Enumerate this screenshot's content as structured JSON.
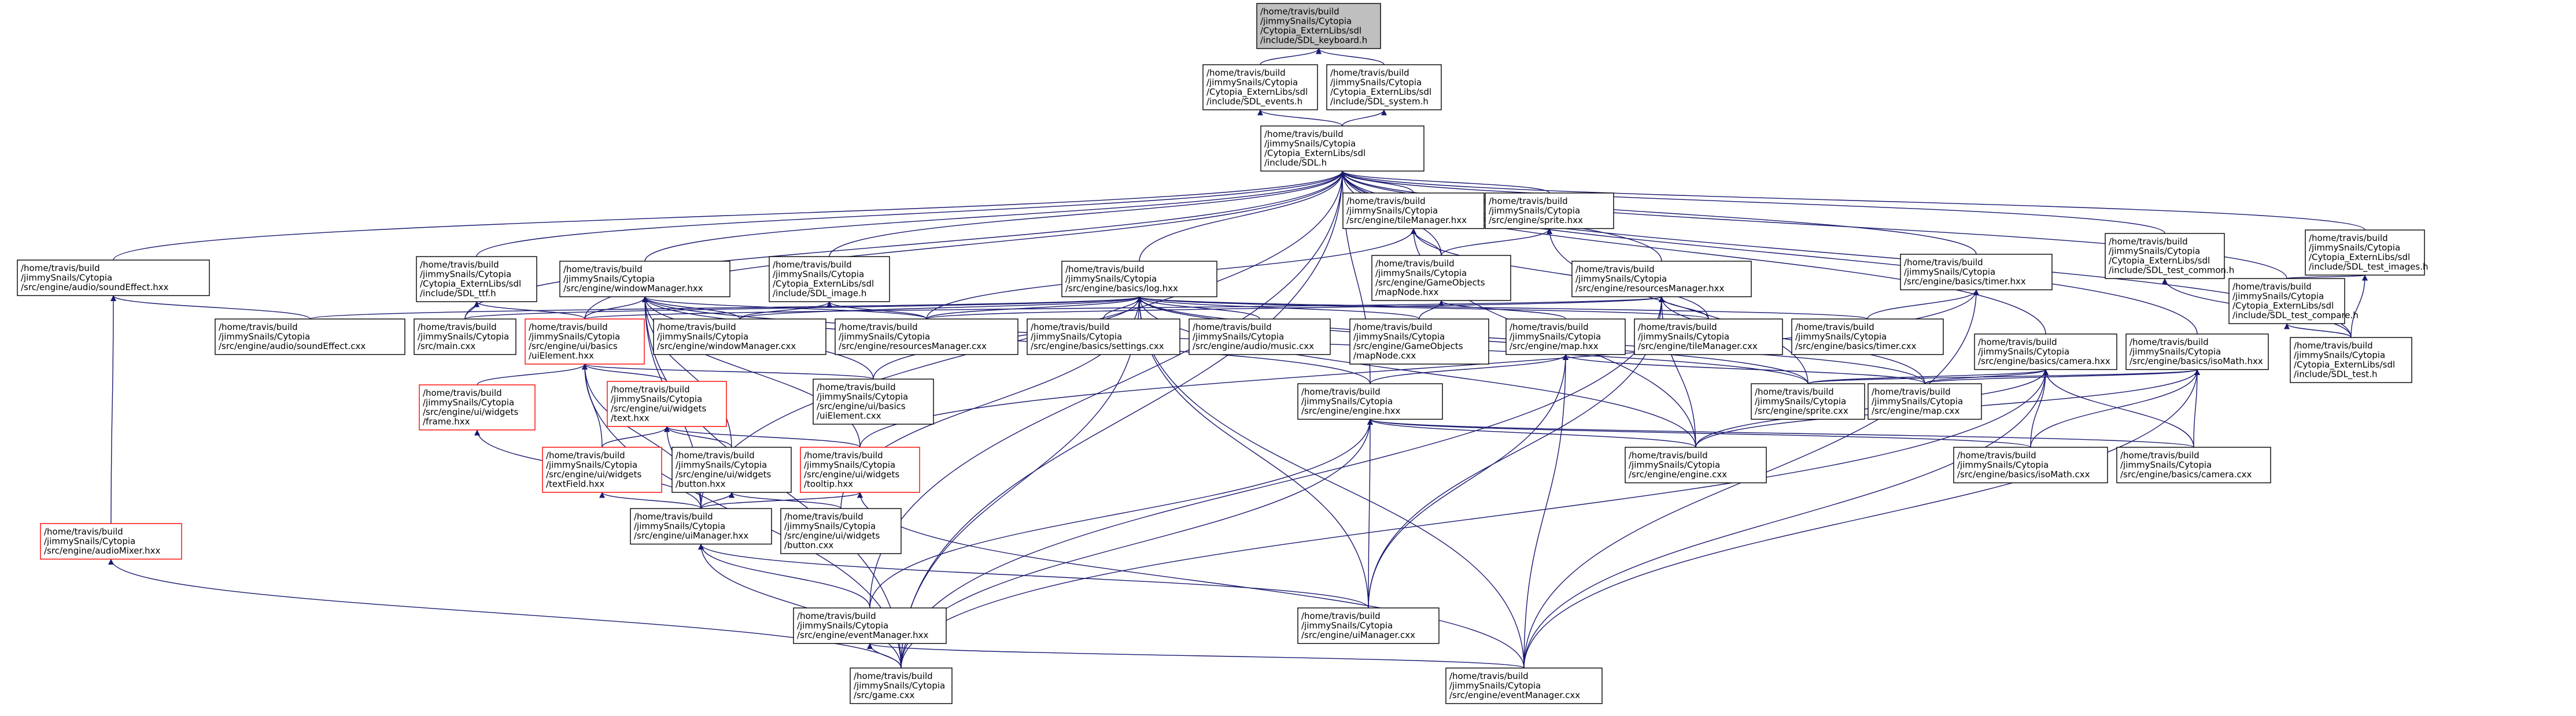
{
  "graph": {
    "colors": {
      "edge": "#191970",
      "node_border": "#000000",
      "root_fill": "#bfbfbf",
      "highlight_border": "#ff0000"
    },
    "nodes": [
      {
        "id": "kbd",
        "lines": [
          "/home/travis/build",
          "/jimmySnails/Cytopia",
          "/Cytopia_ExternLibs/sdl",
          "/include/SDL_keyboard.h"
        ],
        "style": "root"
      },
      {
        "id": "events",
        "lines": [
          "/home/travis/build",
          "/jimmySnails/Cytopia",
          "/Cytopia_ExternLibs/sdl",
          "/include/SDL_events.h"
        ]
      },
      {
        "id": "system",
        "lines": [
          "/home/travis/build",
          "/jimmySnails/Cytopia",
          "/Cytopia_ExternLibs/sdl",
          "/include/SDL_system.h"
        ]
      },
      {
        "id": "sdl",
        "lines": [
          "/home/travis/build",
          "/jimmySnails/Cytopia",
          "/Cytopia_ExternLibs/sdl",
          "/include/SDL.h"
        ]
      },
      {
        "id": "sfxhxx",
        "lines": [
          "/home/travis/build",
          "/jimmySnails/Cytopia",
          "/src/engine/audio/soundEffect.hxx"
        ]
      },
      {
        "id": "ttf",
        "lines": [
          "/home/travis/build",
          "/jimmySnails/Cytopia",
          "/Cytopia_ExternLibs/sdl",
          "/include/SDL_ttf.h"
        ]
      },
      {
        "id": "winhxx",
        "lines": [
          "/home/travis/build",
          "/jimmySnails/Cytopia",
          "/src/engine/windowManager.hxx"
        ]
      },
      {
        "id": "image",
        "lines": [
          "/home/travis/build",
          "/jimmySnails/Cytopia",
          "/Cytopia_ExternLibs/sdl",
          "/include/SDL_image.h"
        ]
      },
      {
        "id": "loghxx",
        "lines": [
          "/home/travis/build",
          "/jimmySnails/Cytopia",
          "/src/engine/basics/log.hxx"
        ]
      },
      {
        "id": "tilehxx",
        "lines": [
          "/home/travis/build",
          "/jimmySnails/Cytopia",
          "/src/engine/tileManager.hxx"
        ]
      },
      {
        "id": "spritehxx",
        "lines": [
          "/home/travis/build",
          "/jimmySnails/Cytopia",
          "/src/engine/sprite.hxx"
        ]
      },
      {
        "id": "mapnodehxx",
        "lines": [
          "/home/travis/build",
          "/jimmySnails/Cytopia",
          "/src/engine/GameObjects",
          "/mapNode.hxx"
        ]
      },
      {
        "id": "reshxx",
        "lines": [
          "/home/travis/build",
          "/jimmySnails/Cytopia",
          "/src/engine/resourcesManager.hxx"
        ]
      },
      {
        "id": "timerhxx",
        "lines": [
          "/home/travis/build",
          "/jimmySnails/Cytopia",
          "/src/engine/basics/timer.hxx"
        ]
      },
      {
        "id": "testcommon",
        "lines": [
          "/home/travis/build",
          "/jimmySnails/Cytopia",
          "/Cytopia_ExternLibs/sdl",
          "/include/SDL_test_common.h"
        ]
      },
      {
        "id": "testimages",
        "lines": [
          "/home/travis/build",
          "/jimmySnails/Cytopia",
          "/Cytopia_ExternLibs/sdl",
          "/include/SDL_test_images.h"
        ]
      },
      {
        "id": "testcompare",
        "lines": [
          "/home/travis/build",
          "/jimmySnails/Cytopia",
          "/Cytopia_ExternLibs/sdl",
          "/include/SDL_test_compare.h"
        ]
      },
      {
        "id": "sfxcxx",
        "lines": [
          "/home/travis/build",
          "/jimmySnails/Cytopia",
          "/src/engine/audio/soundEffect.cxx"
        ]
      },
      {
        "id": "maincxx",
        "lines": [
          "/home/travis/build",
          "/jimmySnails/Cytopia",
          "/src/main.cxx"
        ]
      },
      {
        "id": "uielhxx",
        "lines": [
          "/home/travis/build",
          "/jimmySnails/Cytopia",
          "/src/engine/ui/basics",
          "/uiElement.hxx"
        ],
        "style": "red"
      },
      {
        "id": "wincxx",
        "lines": [
          "/home/travis/build",
          "/jimmySnails/Cytopia",
          "/src/engine/windowManager.cxx"
        ]
      },
      {
        "id": "rescxx",
        "lines": [
          "/home/travis/build",
          "/jimmySnails/Cytopia",
          "/src/engine/resourcesManager.cxx"
        ]
      },
      {
        "id": "settingscxx",
        "lines": [
          "/home/travis/build",
          "/jimmySnails/Cytopia",
          "/src/engine/basics/settings.cxx"
        ]
      },
      {
        "id": "musiccxx",
        "lines": [
          "/home/travis/build",
          "/jimmySnails/Cytopia",
          "/src/engine/audio/music.cxx"
        ]
      },
      {
        "id": "mapnodecxx",
        "lines": [
          "/home/travis/build",
          "/jimmySnails/Cytopia",
          "/src/engine/GameObjects",
          "/mapNode.cxx"
        ]
      },
      {
        "id": "maphxx",
        "lines": [
          "/home/travis/build",
          "/jimmySnails/Cytopia",
          "/src/engine/map.hxx"
        ]
      },
      {
        "id": "tilecxx",
        "lines": [
          "/home/travis/build",
          "/jimmySnails/Cytopia",
          "/src/engine/tileManager.cxx"
        ]
      },
      {
        "id": "timercxx",
        "lines": [
          "/home/travis/build",
          "/jimmySnails/Cytopia",
          "/src/engine/basics/timer.cxx"
        ]
      },
      {
        "id": "camerahxx",
        "lines": [
          "/home/travis/build",
          "/jimmySnails/Cytopia",
          "/src/engine/basics/camera.hxx"
        ]
      },
      {
        "id": "isomathhxx",
        "lines": [
          "/home/travis/build",
          "/jimmySnails/Cytopia",
          "/src/engine/basics/isoMath.hxx"
        ]
      },
      {
        "id": "testh",
        "lines": [
          "/home/travis/build",
          "/jimmySnails/Cytopia",
          "/Cytopia_ExternLibs/sdl",
          "/include/SDL_test.h"
        ]
      },
      {
        "id": "framehxx",
        "lines": [
          "/home/travis/build",
          "/jimmySnails/Cytopia",
          "/src/engine/ui/widgets",
          "/frame.hxx"
        ],
        "style": "red"
      },
      {
        "id": "texthxx",
        "lines": [
          "/home/travis/build",
          "/jimmySnails/Cytopia",
          "/src/engine/ui/widgets",
          "/text.hxx"
        ],
        "style": "red"
      },
      {
        "id": "uielcxx",
        "lines": [
          "/home/travis/build",
          "/jimmySnails/Cytopia",
          "/src/engine/ui/basics",
          "/uiElement.cxx"
        ]
      },
      {
        "id": "enginehxx",
        "lines": [
          "/home/travis/build",
          "/jimmySnails/Cytopia",
          "/src/engine/engine.hxx"
        ]
      },
      {
        "id": "spritecxx",
        "lines": [
          "/home/travis/build",
          "/jimmySnails/Cytopia",
          "/src/engine/sprite.cxx"
        ]
      },
      {
        "id": "mapcxx",
        "lines": [
          "/home/travis/build",
          "/jimmySnails/Cytopia",
          "/src/engine/map.cxx"
        ]
      },
      {
        "id": "textfieldhxx",
        "lines": [
          "/home/travis/build",
          "/jimmySnails/Cytopia",
          "/src/engine/ui/widgets",
          "/textField.hxx"
        ],
        "style": "red"
      },
      {
        "id": "buttonhxx",
        "lines": [
          "/home/travis/build",
          "/jimmySnails/Cytopia",
          "/src/engine/ui/widgets",
          "/button.hxx"
        ]
      },
      {
        "id": "tooltiphxx",
        "lines": [
          "/home/travis/build",
          "/jimmySnails/Cytopia",
          "/src/engine/ui/widgets",
          "/tooltip.hxx"
        ],
        "style": "red"
      },
      {
        "id": "enginecxx",
        "lines": [
          "/home/travis/build",
          "/jimmySnails/Cytopia",
          "/src/engine/engine.cxx"
        ]
      },
      {
        "id": "isomathcxx",
        "lines": [
          "/home/travis/build",
          "/jimmySnails/Cytopia",
          "/src/engine/basics/isoMath.cxx"
        ]
      },
      {
        "id": "cameracxx",
        "lines": [
          "/home/travis/build",
          "/jimmySnails/Cytopia",
          "/src/engine/basics/camera.cxx"
        ]
      },
      {
        "id": "audiomixerhxx",
        "lines": [
          "/home/travis/build",
          "/jimmySnails/Cytopia",
          "/src/engine/audioMixer.hxx"
        ],
        "style": "red"
      },
      {
        "id": "uimgrhxx",
        "lines": [
          "/home/travis/build",
          "/jimmySnails/Cytopia",
          "/src/engine/uiManager.hxx"
        ]
      },
      {
        "id": "buttoncxx",
        "lines": [
          "/home/travis/build",
          "/jimmySnails/Cytopia",
          "/src/engine/ui/widgets",
          "/button.cxx"
        ]
      },
      {
        "id": "evmgrhxx",
        "lines": [
          "/home/travis/build",
          "/jimmySnails/Cytopia",
          "/src/engine/eventManager.hxx"
        ]
      },
      {
        "id": "uimgrcxx",
        "lines": [
          "/home/travis/build",
          "/jimmySnails/Cytopia",
          "/src/engine/uiManager.cxx"
        ]
      },
      {
        "id": "gamecxx",
        "lines": [
          "/home/travis/build",
          "/jimmySnails/Cytopia",
          "/src/game.cxx"
        ]
      },
      {
        "id": "evmgrcxx",
        "lines": [
          "/home/travis/build",
          "/jimmySnails/Cytopia",
          "/src/engine/eventManager.cxx"
        ]
      }
    ],
    "edges": [
      [
        "events",
        "kbd"
      ],
      [
        "system",
        "kbd"
      ],
      [
        "sdl",
        "events"
      ],
      [
        "sdl",
        "system"
      ],
      [
        "sfxhxx",
        "sdl"
      ],
      [
        "ttf",
        "sdl"
      ],
      [
        "winhxx",
        "sdl"
      ],
      [
        "image",
        "sdl"
      ],
      [
        "loghxx",
        "sdl"
      ],
      [
        "tilehxx",
        "sdl"
      ],
      [
        "spritehxx",
        "sdl"
      ],
      [
        "mapnodehxx",
        "sdl"
      ],
      [
        "reshxx",
        "sdl"
      ],
      [
        "timerhxx",
        "sdl"
      ],
      [
        "testcommon",
        "sdl"
      ],
      [
        "testimages",
        "sdl"
      ],
      [
        "testcompare",
        "sdl"
      ],
      [
        "testh",
        "sdl"
      ],
      [
        "maincxx",
        "sdl"
      ],
      [
        "uielhxx",
        "sdl"
      ],
      [
        "camerahxx",
        "sdl"
      ],
      [
        "isomathhxx",
        "sdl"
      ],
      [
        "enginehxx",
        "sdl"
      ],
      [
        "uimgrhxx",
        "sdl"
      ],
      [
        "evmgrhxx",
        "sdl"
      ],
      [
        "gamecxx",
        "sdl"
      ],
      [
        "testcompare",
        "testimages"
      ],
      [
        "testh",
        "testimages"
      ],
      [
        "testh",
        "testcommon"
      ],
      [
        "testh",
        "testcompare"
      ],
      [
        "sfxcxx",
        "sfxhxx"
      ],
      [
        "audiomixerhxx",
        "sfxhxx"
      ],
      [
        "maincxx",
        "ttf"
      ],
      [
        "uielhxx",
        "ttf"
      ],
      [
        "wincxx",
        "winhxx"
      ],
      [
        "rescxx",
        "winhxx"
      ],
      [
        "uielhxx",
        "winhxx"
      ],
      [
        "enginehxx",
        "winhxx"
      ],
      [
        "uimgrhxx",
        "winhxx"
      ],
      [
        "buttonhxx",
        "winhxx"
      ],
      [
        "tooltiphxx",
        "winhxx"
      ],
      [
        "uielcxx",
        "winhxx"
      ],
      [
        "spritecxx",
        "winhxx"
      ],
      [
        "gamecxx",
        "winhxx"
      ],
      [
        "rescxx",
        "image"
      ],
      [
        "wincxx",
        "image"
      ],
      [
        "sfxcxx",
        "loghxx"
      ],
      [
        "maincxx",
        "loghxx"
      ],
      [
        "wincxx",
        "loghxx"
      ],
      [
        "rescxx",
        "loghxx"
      ],
      [
        "settingscxx",
        "loghxx"
      ],
      [
        "musiccxx",
        "loghxx"
      ],
      [
        "mapnodecxx",
        "loghxx"
      ],
      [
        "tilecxx",
        "loghxx"
      ],
      [
        "timercxx",
        "loghxx"
      ],
      [
        "uielcxx",
        "loghxx"
      ],
      [
        "spritecxx",
        "loghxx"
      ],
      [
        "mapcxx",
        "loghxx"
      ],
      [
        "enginecxx",
        "loghxx"
      ],
      [
        "buttoncxx",
        "loghxx"
      ],
      [
        "uimgrcxx",
        "loghxx"
      ],
      [
        "gamecxx",
        "loghxx"
      ],
      [
        "evmgrcxx",
        "loghxx"
      ],
      [
        "rescxx",
        "tilehxx"
      ],
      [
        "mapnodehxx",
        "tilehxx"
      ],
      [
        "tilecxx",
        "tilehxx"
      ],
      [
        "enginecxx",
        "tilehxx"
      ],
      [
        "mapnodehxx",
        "spritehxx"
      ],
      [
        "spritecxx",
        "spritehxx"
      ],
      [
        "mapnodecxx",
        "mapnodehxx"
      ],
      [
        "maphxx",
        "mapnodehxx"
      ],
      [
        "rescxx",
        "reshxx"
      ],
      [
        "uielhxx",
        "reshxx"
      ],
      [
        "tilecxx",
        "reshxx"
      ],
      [
        "mapcxx",
        "reshxx"
      ],
      [
        "enginecxx",
        "reshxx"
      ],
      [
        "uimgrcxx",
        "reshxx"
      ],
      [
        "gamecxx",
        "reshxx"
      ],
      [
        "timercxx",
        "timerhxx"
      ],
      [
        "evmgrcxx",
        "timerhxx"
      ],
      [
        "tooltiphxx",
        "timerhxx"
      ],
      [
        "enginehxx",
        "maphxx"
      ],
      [
        "mapcxx",
        "maphxx"
      ],
      [
        "uimgrcxx",
        "maphxx"
      ],
      [
        "evmgrcxx",
        "maphxx"
      ],
      [
        "spritecxx",
        "camerahxx"
      ],
      [
        "mapcxx",
        "camerahxx"
      ],
      [
        "enginecxx",
        "camerahxx"
      ],
      [
        "cameracxx",
        "camerahxx"
      ],
      [
        "isomathcxx",
        "camerahxx"
      ],
      [
        "gamecxx",
        "camerahxx"
      ],
      [
        "evmgrcxx",
        "camerahxx"
      ],
      [
        "spritecxx",
        "isomathhxx"
      ],
      [
        "mapcxx",
        "isomathhxx"
      ],
      [
        "enginecxx",
        "isomathhxx"
      ],
      [
        "isomathcxx",
        "isomathhxx"
      ],
      [
        "cameracxx",
        "isomathhxx"
      ],
      [
        "evmgrcxx",
        "isomathhxx"
      ],
      [
        "framehxx",
        "uielhxx"
      ],
      [
        "texthxx",
        "uielhxx"
      ],
      [
        "uielcxx",
        "uielhxx"
      ],
      [
        "textfieldhxx",
        "uielhxx"
      ],
      [
        "uimgrhxx",
        "uielhxx"
      ],
      [
        "gamecxx",
        "uielhxx"
      ],
      [
        "uimgrhxx",
        "framehxx"
      ],
      [
        "textfieldhxx",
        "texthxx"
      ],
      [
        "buttonhxx",
        "texthxx"
      ],
      [
        "tooltiphxx",
        "texthxx"
      ],
      [
        "uimgrhxx",
        "texthxx"
      ],
      [
        "uimgrhxx",
        "textfieldhxx"
      ],
      [
        "uimgrhxx",
        "buttonhxx"
      ],
      [
        "buttoncxx",
        "buttonhxx"
      ],
      [
        "uimgrhxx",
        "tooltiphxx"
      ],
      [
        "evmgrcxx",
        "tooltiphxx"
      ],
      [
        "enginecxx",
        "enginehxx"
      ],
      [
        "uimgrcxx",
        "enginehxx"
      ],
      [
        "evmgrhxx",
        "enginehxx"
      ],
      [
        "gamecxx",
        "enginehxx"
      ],
      [
        "isomathcxx",
        "enginehxx"
      ],
      [
        "cameracxx",
        "enginehxx"
      ],
      [
        "gamecxx",
        "audiomixerhxx"
      ],
      [
        "evmgrhxx",
        "uimgrhxx"
      ],
      [
        "uimgrcxx",
        "uimgrhxx"
      ],
      [
        "gamecxx",
        "uimgrhxx"
      ],
      [
        "gamecxx",
        "evmgrhxx"
      ],
      [
        "evmgrcxx",
        "evmgrhxx"
      ]
    ]
  }
}
